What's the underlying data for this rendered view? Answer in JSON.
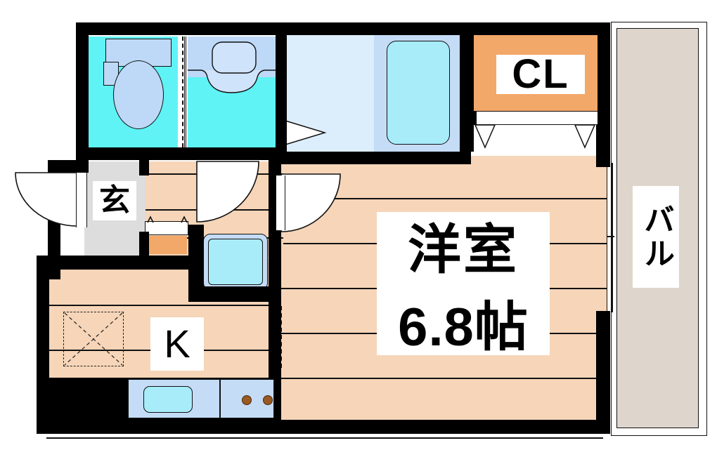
{
  "plan": {
    "title": "Japanese apartment floor plan (1K)",
    "background": "#ffffff",
    "wall_color": "#000000"
  },
  "rooms": [
    {
      "id": "main-room",
      "label_line1": "洋室",
      "label_line2": "6.8帖",
      "label_romaji": "Western-style room 6.8 tatami",
      "floor_color": "#f6d5b8",
      "area_jo": 6.8
    },
    {
      "id": "kitchen",
      "label": "K",
      "label_romaji": "Kitchen",
      "floor_color": "#f6d5b8"
    },
    {
      "id": "genkan",
      "label": "玄",
      "label_romaji": "Entrance",
      "floor_color": "#dddddd"
    },
    {
      "id": "closet",
      "label": "CL",
      "label_romaji": "Closet",
      "fill_color": "#f2a868"
    },
    {
      "id": "balcony",
      "label": "バル",
      "label_romaji": "Balcony",
      "floor_color": "#ded5cc"
    },
    {
      "id": "toilet",
      "label": "",
      "label_romaji": "Toilet",
      "floor_color": "#5ff3f5"
    },
    {
      "id": "washroom",
      "label": "",
      "label_romaji": "Wash basin / vanity",
      "floor_color": "#5ff3f5"
    },
    {
      "id": "bathroom",
      "label": "",
      "label_romaji": "Bathroom with tub",
      "floor_color": "#dceefb"
    }
  ],
  "fixtures": [
    {
      "id": "toilet-bowl",
      "name": "toilet",
      "color": "#bdd9f7"
    },
    {
      "id": "toilet-tank",
      "name": "toilet-tank",
      "color": "#bdd9f7"
    },
    {
      "id": "paper-holder",
      "name": "paper-holder",
      "color": "#bdd9f7"
    },
    {
      "id": "vanity-counter",
      "name": "vanity-counter",
      "color": "#bdd9f7"
    },
    {
      "id": "vanity-basin",
      "name": "wash-basin",
      "color": "#cfe3fb"
    },
    {
      "id": "bathtub",
      "name": "bathtub",
      "color": "#a8ecfa"
    },
    {
      "id": "washer-pan",
      "name": "washing-machine-pan",
      "color": "#a8ecfa"
    },
    {
      "id": "kitchen-sink",
      "name": "kitchen-sink",
      "color": "#a8ecfa"
    },
    {
      "id": "stove-burner-1",
      "name": "stove-burner",
      "color": "#9a5a21"
    },
    {
      "id": "stove-burner-2",
      "name": "stove-burner",
      "color": "#9a5a21"
    },
    {
      "id": "shoe-box",
      "name": "shoe-cabinet",
      "color": "#f2a868"
    },
    {
      "id": "fridge-space",
      "name": "refrigerator-space",
      "color": "#f6d5b8"
    }
  ],
  "doors": [
    {
      "id": "entrance-door",
      "type": "swing",
      "name": "entrance-door"
    },
    {
      "id": "genkan-inner-door",
      "type": "swing",
      "name": "genkan-inner-door"
    },
    {
      "id": "room-door",
      "type": "swing",
      "name": "room-door"
    },
    {
      "id": "bath-door",
      "type": "folding",
      "name": "bathroom-door"
    },
    {
      "id": "toilet-sliding",
      "type": "sliding",
      "name": "toilet-sliding-door"
    },
    {
      "id": "closet-door-left",
      "type": "folding",
      "name": "closet-folding-door"
    },
    {
      "id": "closet-door-right",
      "type": "folding",
      "name": "closet-folding-door"
    },
    {
      "id": "balcony-window",
      "type": "sliding-glass",
      "name": "balcony-sliding-door"
    },
    {
      "id": "kitchen-partition",
      "type": "sliding",
      "name": "kitchen-partition-door"
    }
  ]
}
